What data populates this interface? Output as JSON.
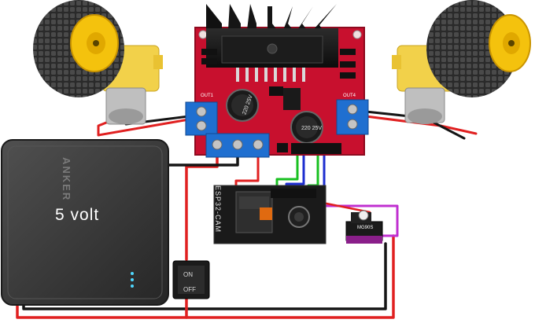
{
  "powerbank": {
    "label": "5 volt",
    "brand": "ANKER"
  },
  "esp32": {
    "label": "ESP32-CAM"
  },
  "switch": {
    "on_label": "ON",
    "off_label": "OFF"
  },
  "driver": {
    "out1_label": "OUT1",
    "out4_label": "OUT4",
    "cap1_label": "220 25V",
    "cap2_label": "220 25V"
  },
  "servo": {
    "label": "MG90S"
  },
  "colors": {
    "wire_red": "#e02020",
    "wire_black": "#151515",
    "wire_green": "#18c020",
    "wire_blue": "#1e2ed0",
    "wire_magenta": "#c030d0",
    "board_red": "#c8102e",
    "terminal_blue": "#1f6fd0",
    "wheel_yellow": "#f4c20d",
    "motor_yellow": "#f2d14a",
    "powerbank": "#3a3a3a"
  },
  "icons": [
    "wheel-left",
    "wheel-right",
    "heatsink",
    "servo-motor",
    "toggle-switch"
  ]
}
